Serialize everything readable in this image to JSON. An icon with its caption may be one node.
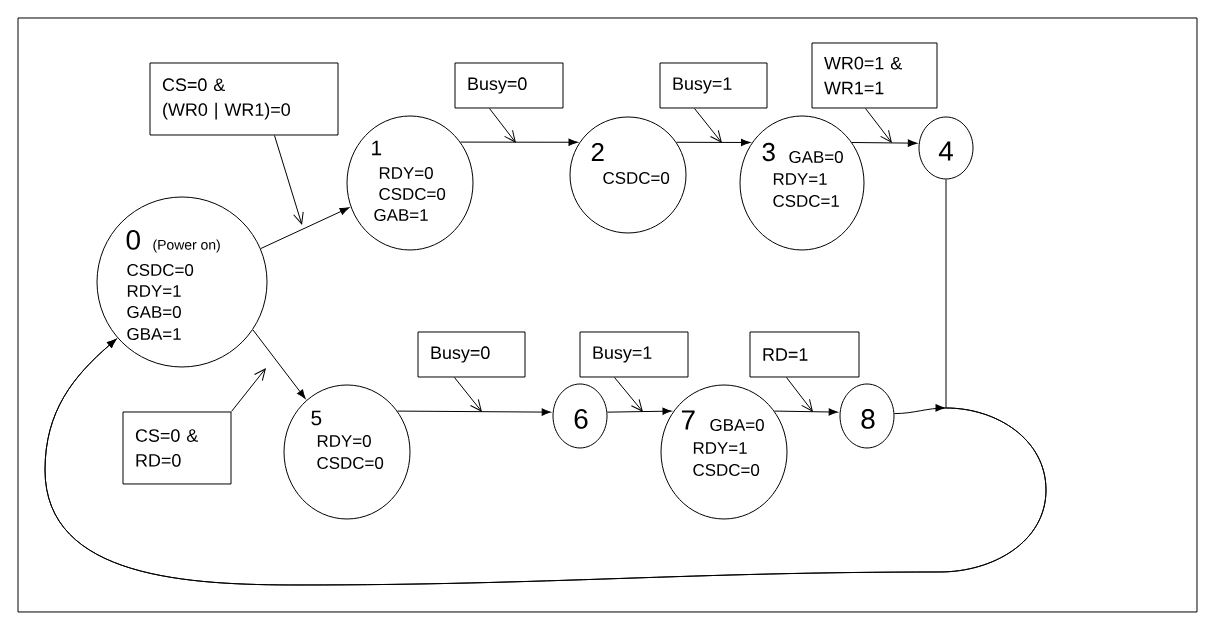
{
  "diagram": {
    "nodes": [
      {
        "text": [
          "0",
          "(Power on)",
          "CSDC=0",
          "RDY=1",
          "GAB=0",
          "GBA=1"
        ]
      },
      {
        "text": [
          "1",
          "RDY=0",
          "CSDC=0",
          "GAB=1"
        ]
      },
      {
        "text": [
          "2",
          "CSDC=0"
        ]
      },
      {
        "text": [
          "3",
          "GAB=0",
          "RDY=1",
          "CSDC=1"
        ]
      },
      {
        "text": [
          "4"
        ]
      },
      {
        "text": [
          "5",
          "RDY=0",
          "CSDC=0"
        ]
      },
      {
        "text": [
          "6"
        ]
      },
      {
        "text": [
          "7",
          "GBA=0",
          "RDY=1",
          "CSDC=0"
        ]
      },
      {
        "text": [
          "8"
        ]
      },
      {
        "text": [
          "CS=0 &",
          "(WR0 | WR1)=0"
        ]
      },
      {
        "text": [
          "Busy=0"
        ]
      },
      {
        "text": [
          "Busy=1"
        ]
      },
      {
        "text": [
          "WR0=1 &",
          "WR1=1"
        ]
      },
      {
        "text": [
          "Busy=0"
        ]
      },
      {
        "text": [
          "Busy=1"
        ]
      },
      {
        "text": [
          "RD=1"
        ]
      },
      {
        "text": [
          "CS=0 &",
          "RD=0"
        ]
      }
    ],
    "edges": [
      {
        "from": 0,
        "to": 1,
        "arrow": "to"
      },
      {
        "from": 1,
        "to": 2,
        "arrow": "to"
      },
      {
        "from": 2,
        "to": 3,
        "arrow": "to"
      },
      {
        "from": 3,
        "to": 4,
        "arrow": "to"
      },
      {
        "from": 4,
        "to": 0,
        "arrow": "to"
      },
      {
        "from": 0,
        "to": 5,
        "arrow": "to"
      },
      {
        "from": 5,
        "to": 6,
        "arrow": "to"
      },
      {
        "from": 6,
        "to": 7,
        "arrow": "to"
      },
      {
        "from": 7,
        "to": 8,
        "arrow": "to"
      },
      {
        "from": 8,
        "to": 0,
        "arrow": "to"
      },
      {
        "from": 9,
        "to": null,
        "arrow": "to"
      },
      {
        "from": 10,
        "to": null,
        "arrow": "to"
      },
      {
        "from": 11,
        "to": null,
        "arrow": "to"
      },
      {
        "from": 12,
        "to": null,
        "arrow": "to"
      },
      {
        "from": 13,
        "to": null,
        "arrow": "to"
      },
      {
        "from": 14,
        "to": null,
        "arrow": "to"
      },
      {
        "from": 15,
        "to": null,
        "arrow": "to"
      },
      {
        "from": 16,
        "to": null,
        "arrow": "to"
      }
    ]
  }
}
